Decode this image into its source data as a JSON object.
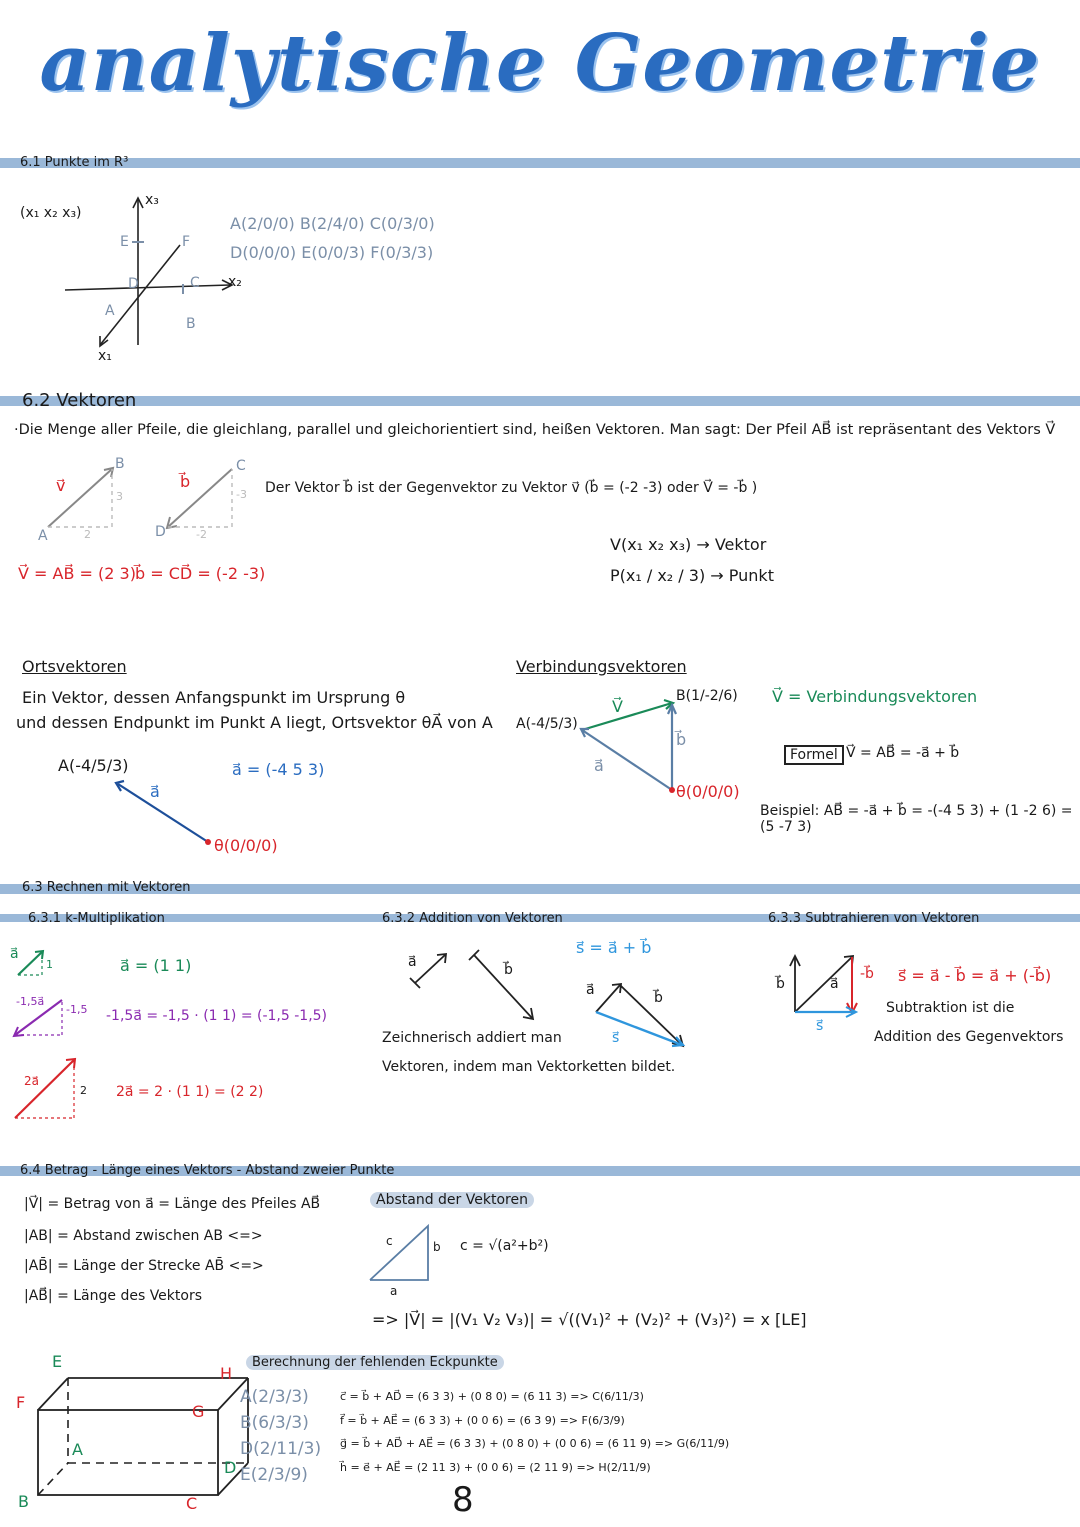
{
  "title": "analytische Geometrie",
  "page_number": "8",
  "s61": {
    "heading": "6.1 Punkte im R³",
    "vector_notation": "(x₁ x₂ x₃)",
    "axis_x1": "x₁",
    "axis_x2": "x₂",
    "axis_x3": "x₃",
    "pt_labels": {
      "A": "A",
      "B": "B",
      "C": "C",
      "D": "D",
      "E": "E",
      "F": "F"
    },
    "points_line1": "A(2/0/0)  B(2/4/0)  C(0/3/0)",
    "points_line2": "D(0/0/0)  E(0/0/3)  F(0/3/3)"
  },
  "s62": {
    "heading": "6.2 Vektoren",
    "definition": "·Die Menge aller Pfeile, die gleichlang, parallel und gleichorientiert sind, heißen Vektoren. Man sagt: Der Pfeil AB⃗ ist repräsentant des Vektors V⃗",
    "v_label": "v⃗",
    "b_label": "b⃗",
    "fig_A": "A",
    "fig_B": "B",
    "fig_C": "C",
    "fig_D": "D",
    "dx_pos": "2",
    "dy_pos": "3",
    "dx_neg": "-2",
    "dy_neg": "-3",
    "v_eq": "V⃗ = AB⃗ = (2 3)",
    "b_eq": "b⃗ = CD⃗ = (-2 -3)",
    "gegen_text": "Der Vektor b⃗ ist der Gegenvektor zu Vektor v⃗   (b⃗ = (-2 -3)  oder  V⃗ = -b⃗ )",
    "v_vector": "V(x₁ x₂ x₃) → Vektor",
    "p_point": "P(x₁ / x₂ / 3) → Punkt"
  },
  "orts": {
    "heading": "Ortsvektoren",
    "line1": "Ein Vektor, dessen Anfangspunkt im Ursprung θ",
    "line2": "und dessen Endpunkt im Punkt A liegt, Ortsvektor θA⃗ von A",
    "pt_A": "A(-4/5/3)",
    "a_label": "a⃗",
    "a_eq": "a⃗ = (-4 5 3)",
    "origin": "θ(0/0/0)"
  },
  "verb": {
    "heading": "Verbindungsvektoren",
    "pt_B": "B(1/-2/6)",
    "pt_A": "A(-4/5/3)",
    "origin": "θ(0/0/0)",
    "v_label": "V⃗",
    "b_label": "b⃗",
    "a_label": "a⃗",
    "legend": "V⃗ = Verbindungsvektoren",
    "formel_label": "Formel",
    "formel": "V⃗ = AB⃗ = -a⃗ + b⃗",
    "beispiel": "Beispiel: AB⃗ = -a⃗ + b⃗ = -(-4 5 3) + (1 -2 6) = (5 -7 3)"
  },
  "s63": {
    "heading": "6.3 Rechnen mit Vektoren",
    "k_heading": "6.3.1 k-Multiplikation",
    "k_eq1": "a⃗ = (1 1)",
    "k_eq2": "-1,5a⃗ = -1,5 · (1 1) = (-1,5 -1,5)",
    "k_eq3": "2a⃗ = 2 · (1 1) = (2 2)",
    "k_lbl_a": "a⃗",
    "k_lbl_1": "1",
    "k_lbl_m15a": "-1,5a⃗",
    "k_lbl_m15": "-1,5",
    "k_lbl_2a": "2a⃗",
    "k_lbl_2": "2",
    "add_heading": "6.3.2 Addition von Vektoren",
    "add_s": "s⃗ = a⃗ + b⃗",
    "add_a": "a⃗",
    "add_b": "b⃗",
    "add_sv": "s⃗",
    "add_text1": "Zeichnerisch addiert man",
    "add_text2": "Vektoren, indem man Vektorketten bildet.",
    "sub_heading": "6.3.3 Subtrahieren von Vektoren",
    "sub_b": "b⃗",
    "sub_a": "a⃗",
    "sub_mb": "-b⃗",
    "sub_s": "s⃗",
    "sub_eq": "s⃗ = a⃗ - b⃗ = a⃗ + (-b⃗)",
    "sub_text1": "Subtraktion ist die",
    "sub_text2": "Addition des Gegenvektors"
  },
  "s64": {
    "heading": "6.4 Betrag - Länge eines Vektors - Abstand zweier Punkte",
    "l1": "|V⃗| = Betrag von a⃗ = Länge des Pfeiles AB⃗",
    "l2": "|AB| = Abstand zwischen AB <=>",
    "l3": "|AB̄| = Länge der Strecke AB̄ <=>",
    "l4": "|AB⃗| = Länge des Vektors",
    "abstand": "Abstand der Vektoren",
    "tri_a": "a",
    "tri_b": "b",
    "tri_c": "c",
    "pyth": "c = √(a²+b²)",
    "betrag_formula": "=> |V⃗| = |(V₁ V₂ V₃)| = √((V₁)² + (V₂)² + (V₃)²)  = x [LE]"
  },
  "box": {
    "heading": "Berechnung der fehlenden Eckpunkte",
    "corners": {
      "E": "E",
      "H": "H",
      "F": "F",
      "G": "G",
      "A": "A",
      "D": "D",
      "B": "B",
      "C": "C"
    },
    "given": [
      "A(2/3/3)",
      "B(6/3/3)",
      "D(2/11/3)",
      "E(2/3/9)"
    ],
    "calc": [
      "c⃗ = b⃗ + AD⃗ = (6 3 3) + (0 8 0) = (6 11 3)   => C(6/11/3)",
      "f⃗ = b⃗ + AE⃗ = (6 3 3) + (0 0 6) = (6 3 9)   => F(6/3/9)",
      "g⃗ = b⃗ + AD⃗ + AE⃗ = (6 3 3) + (0 8 0) + (0 0 6) = (6 11 9)  => G(6/11/9)",
      "h⃗ = e⃗ + AE⃗ = (2 11 3) + (0 0 6) = (2 11 9)  => H(2/11/9)"
    ]
  },
  "colors": {
    "band": "#9ab8d8",
    "title": "#2a6cc0",
    "red": "#d8252b",
    "blue": "#2a6cc0",
    "green": "#1a8a58",
    "purple": "#8a2ab0",
    "gray": "#7b8fa8"
  }
}
